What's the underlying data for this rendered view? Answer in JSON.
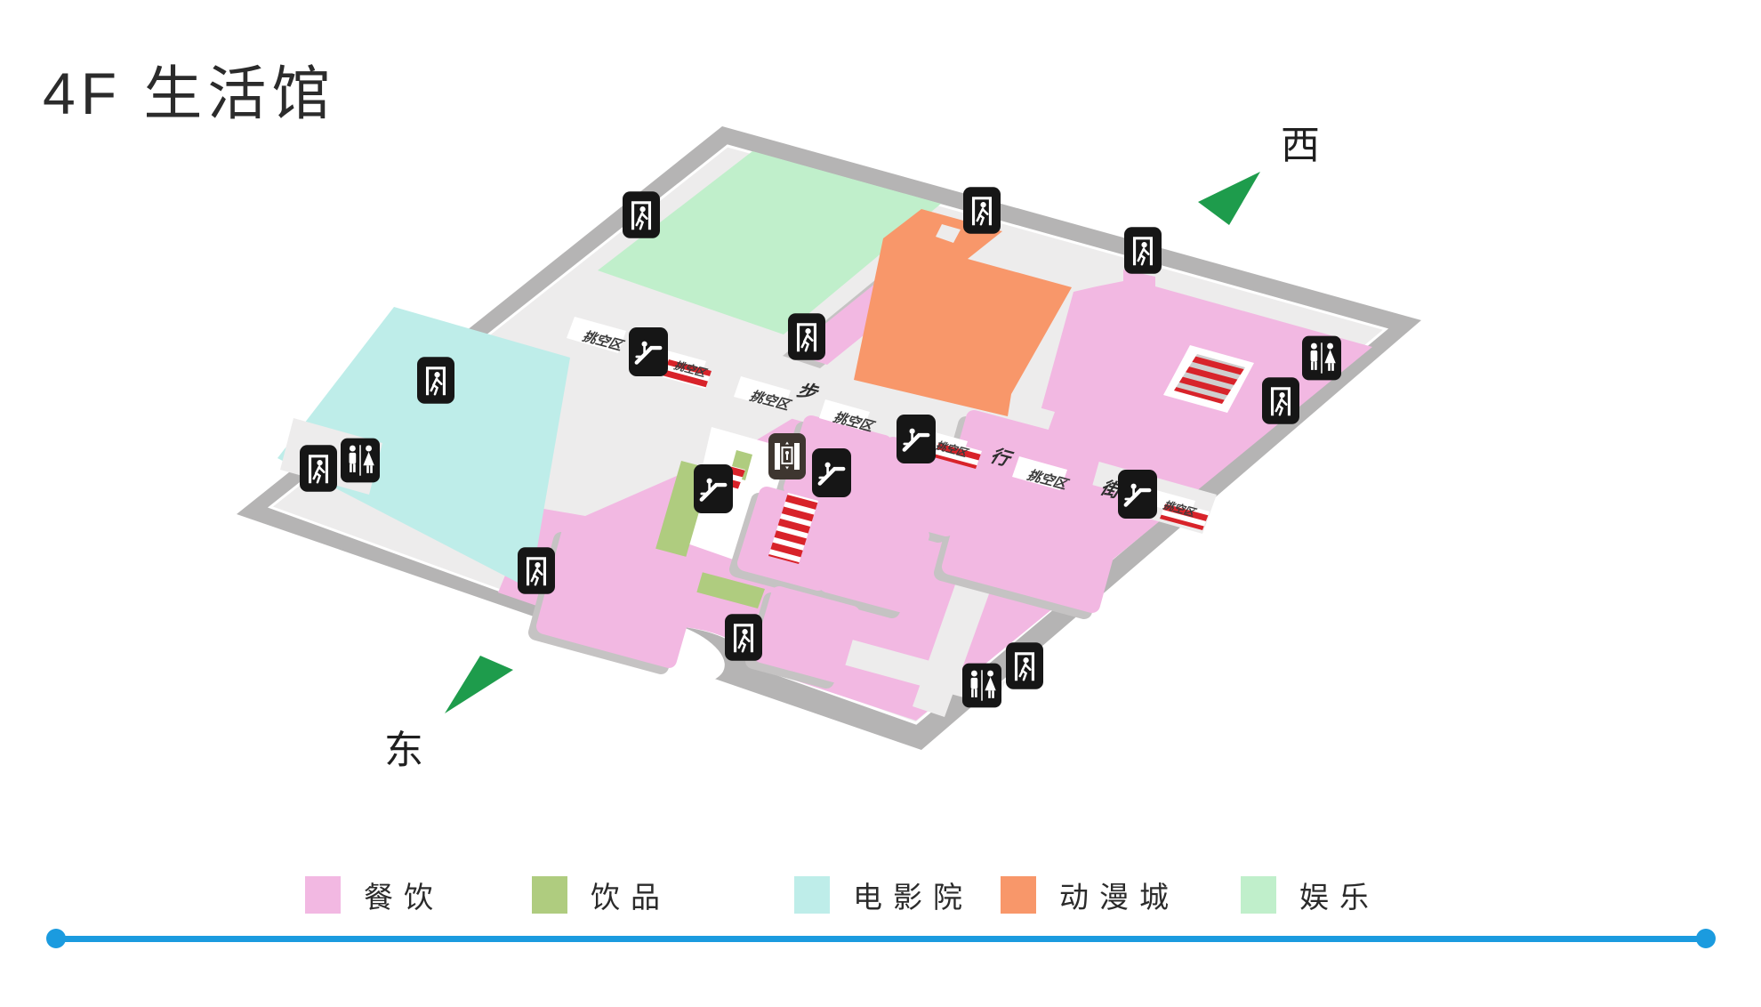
{
  "title": "4F 生活馆",
  "directions": {
    "west": "西",
    "east": "东"
  },
  "map": {
    "void_label": "挑空区",
    "street_chars": [
      "步",
      "行",
      "街"
    ],
    "icons": {
      "exit": "exit-man-icon",
      "escalator": "escalator-icon",
      "elevator": "elevator-icon",
      "restroom": "restroom-icon",
      "compass": "compass-triangle-icon"
    },
    "colors": {
      "wall": "#B5B4B4",
      "floor": "#EDECEC",
      "stripe_red": "#D8232A",
      "icon_black": "#161616",
      "elevator_bg": "#3E3630",
      "compass_green": "#1E9C4C"
    }
  },
  "legend": {
    "items": [
      {
        "label": "餐饮",
        "color": "#F2B8E2"
      },
      {
        "label": "饮品",
        "color": "#AFCC7F"
      },
      {
        "label": "电影院",
        "color": "#BEEDE9"
      },
      {
        "label": "动漫城",
        "color": "#F8976A"
      },
      {
        "label": "娱乐",
        "color": "#C0EFCB"
      }
    ]
  },
  "footer": {
    "line_color": "#1B9BDF"
  }
}
